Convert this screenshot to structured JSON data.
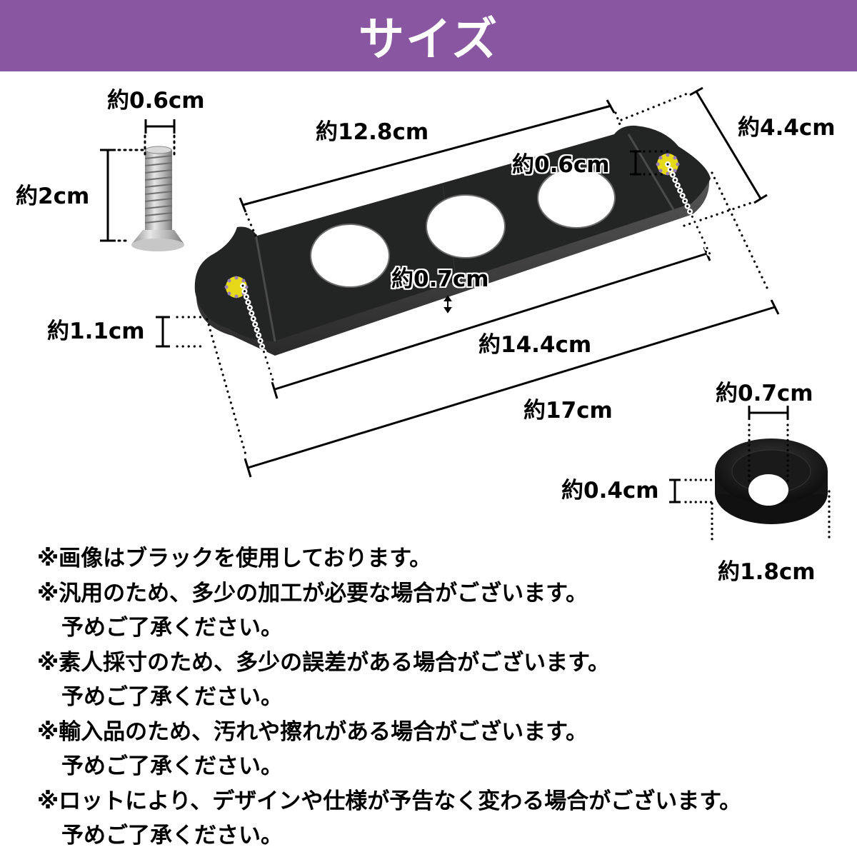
{
  "header": {
    "title": "サイズ",
    "background_color": "#8957a1",
    "text_color": "#ffffff"
  },
  "diagram": {
    "screw": {
      "width_label": "約0.6cm",
      "length_label": "約2cm"
    },
    "bracket": {
      "inner_length_label": "約12.8cm",
      "width_label": "約4.4cm",
      "hole_diameter_label": "約0.6cm",
      "thickness_label": "約0.7cm",
      "end_height_label": "約1.1cm",
      "hole_span_label": "約14.4cm",
      "total_length_label": "約17cm",
      "color": "#1e1f1f",
      "marker_color": "#e6d91a",
      "marker_dot_color": "#9a7fb8"
    },
    "washer": {
      "inner_diameter_label": "約0.7cm",
      "thickness_label": "約0.4cm",
      "outer_diameter_label": "約1.8cm"
    }
  },
  "notes": [
    {
      "text": "※画像はブラックを使用しております。",
      "indent": false
    },
    {
      "text": "※汎用のため、多少の加工が必要な場合がございます。",
      "indent": false
    },
    {
      "text": "予めご了承ください。",
      "indent": true
    },
    {
      "text": "※素人採寸のため、多少の誤差がある場合がございます。",
      "indent": false
    },
    {
      "text": "予めご了承ください。",
      "indent": true
    },
    {
      "text": "※輸入品のため、汚れや擦れがある場合がございます。",
      "indent": false
    },
    {
      "text": "予めご了承ください。",
      "indent": true
    },
    {
      "text": "※ロットにより、デザインや仕様が予告なく変わる場合がございます。",
      "indent": false
    },
    {
      "text": "予めご了承ください。",
      "indent": true
    }
  ]
}
